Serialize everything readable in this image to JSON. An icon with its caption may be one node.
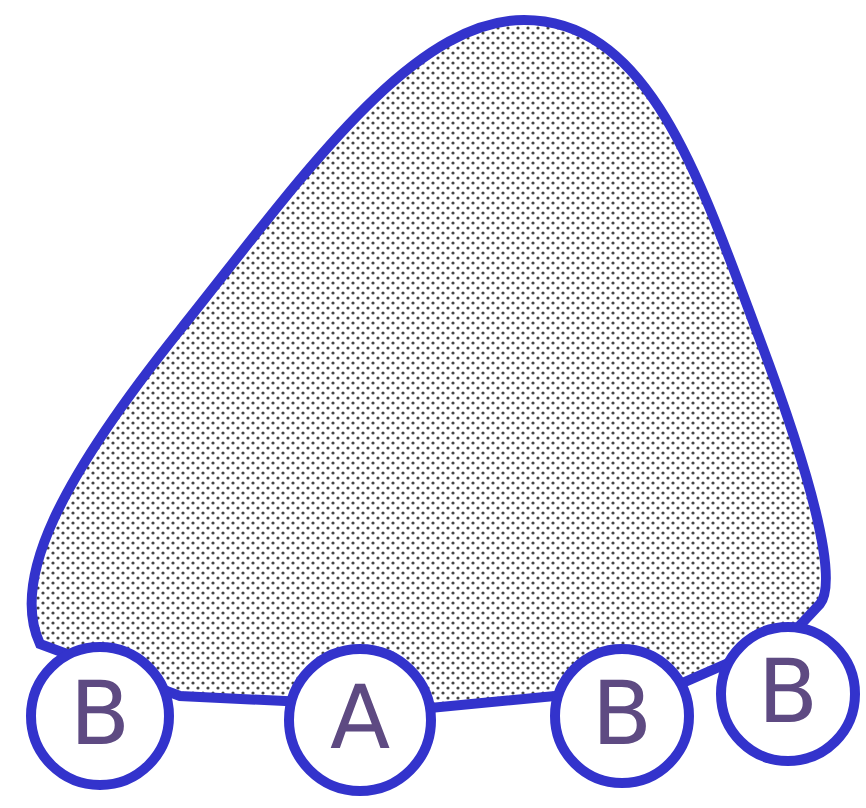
{
  "diagram": {
    "nodes": [
      {
        "text": [
          "B"
        ]
      },
      {
        "text": [
          "A"
        ]
      },
      {
        "text": [
          "B"
        ]
      },
      {
        "text": [
          "B"
        ]
      }
    ]
  }
}
